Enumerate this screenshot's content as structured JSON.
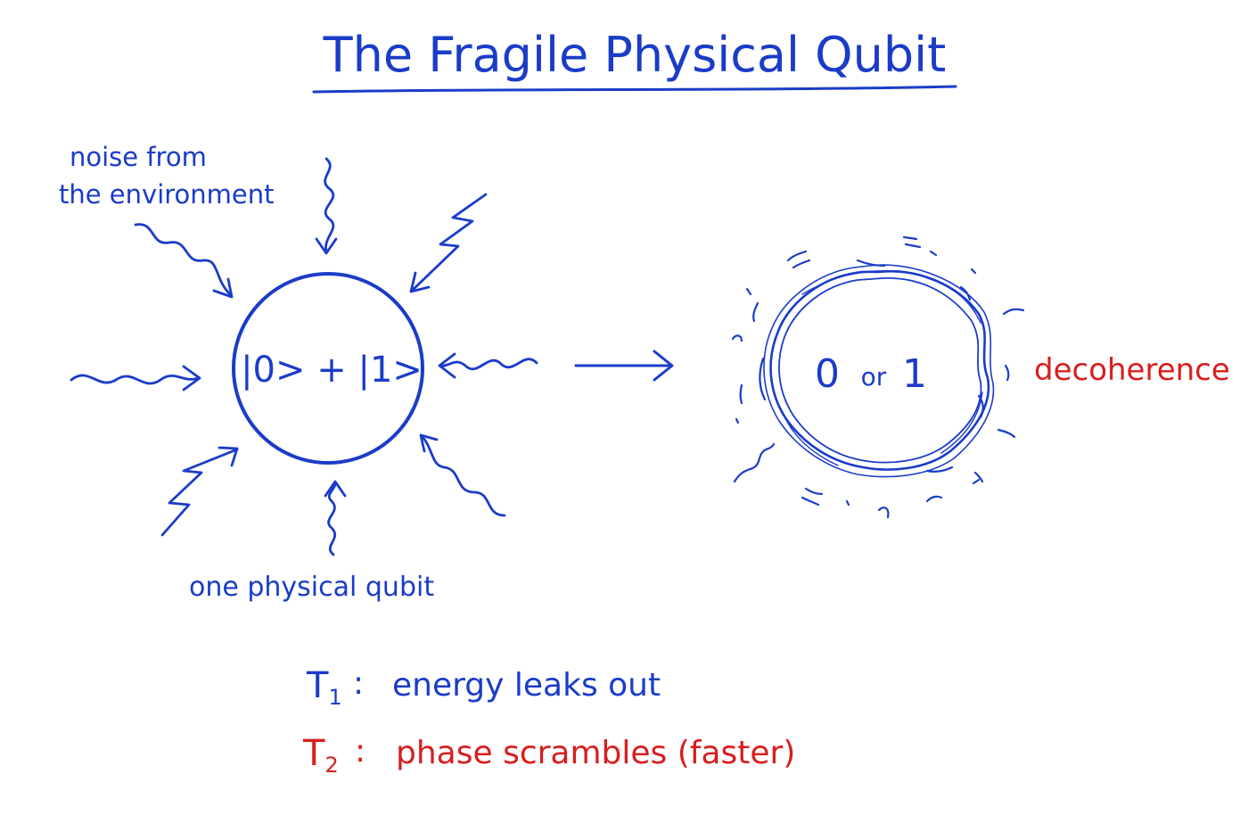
{
  "title": "The Fragile Physical Qubit",
  "noise_label": {
    "line1": "noise from",
    "line2": "the environment"
  },
  "qubit_state": "|0> + |1>",
  "qubit_label": "one physical qubit",
  "decohered_state": {
    "zero": "0",
    "or": "or",
    "one": "1"
  },
  "decoherence_label": "decoherence",
  "t1": {
    "symbol": "T",
    "subscript": "1",
    "colon": ":",
    "text": "energy leaks out"
  },
  "t2": {
    "symbol": "T",
    "subscript": "2",
    "colon": ":",
    "text": "phase scrambles (faster)"
  },
  "colors": {
    "ink_blue": "#1a3cc8",
    "ink_red": "#d81e1e"
  }
}
